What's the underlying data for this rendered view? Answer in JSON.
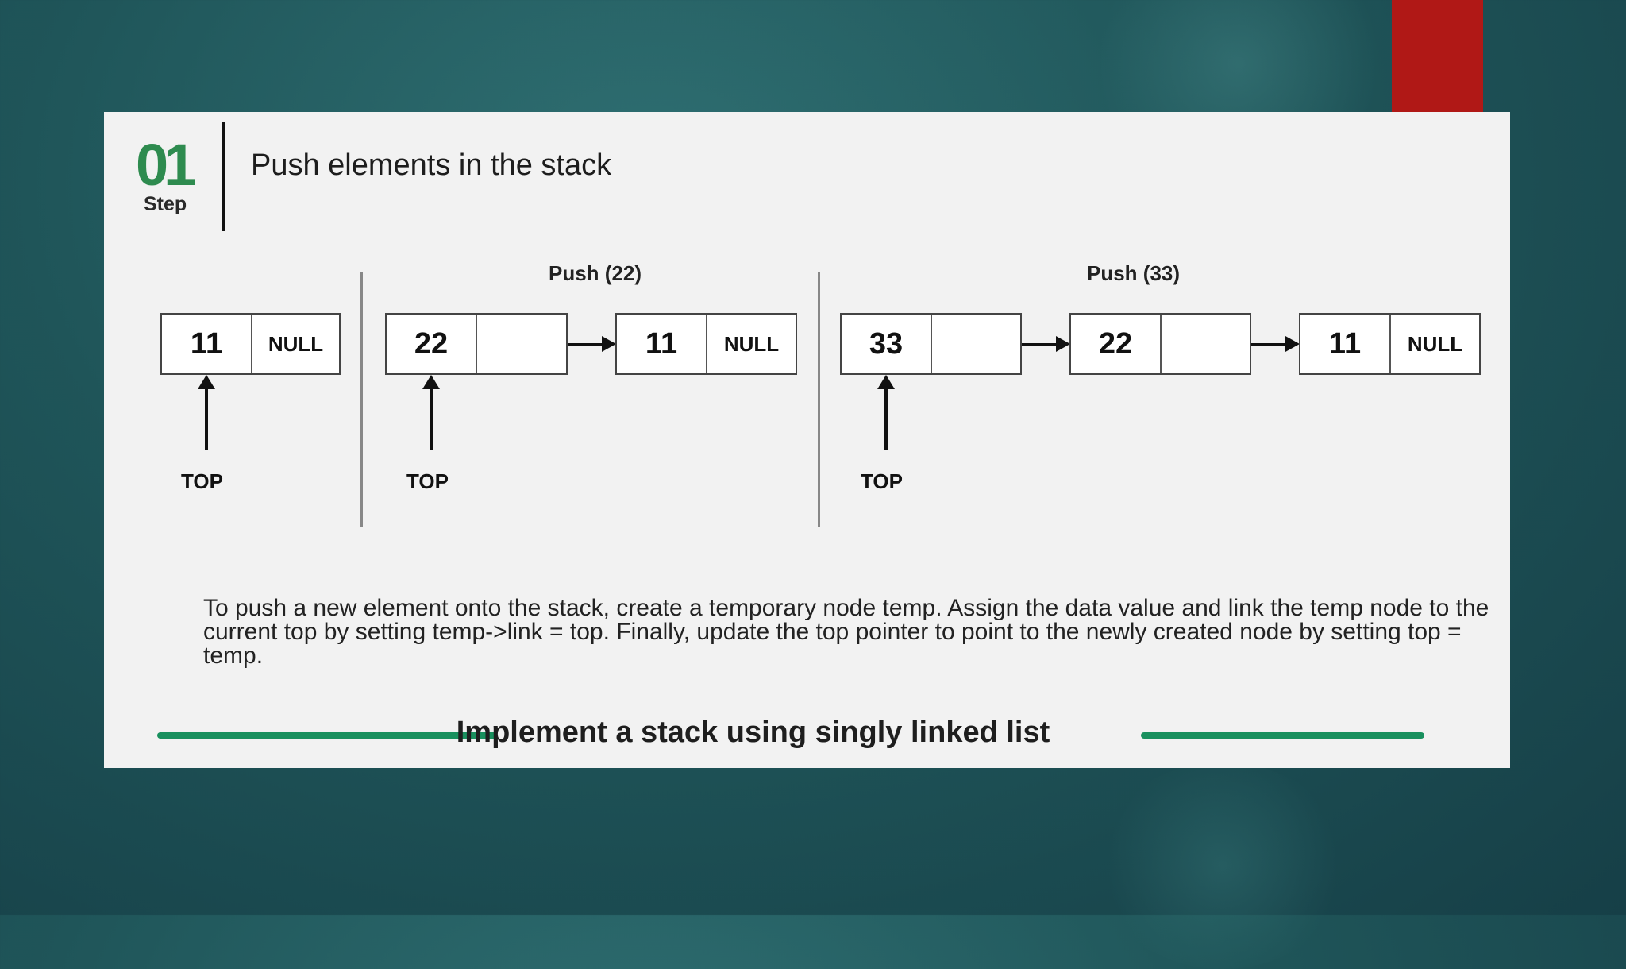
{
  "header": {
    "step_number": "01",
    "step_label": "Step",
    "title": "Push elements in the stack"
  },
  "panels": [
    {
      "caption": "",
      "nodes": [
        {
          "value": "11",
          "link": "NULL"
        }
      ],
      "pointer_label": "TOP"
    },
    {
      "caption": "Push (22)",
      "nodes": [
        {
          "value": "22",
          "link": ""
        },
        {
          "value": "11",
          "link": "NULL"
        }
      ],
      "pointer_label": "TOP"
    },
    {
      "caption": "Push (33)",
      "nodes": [
        {
          "value": "33",
          "link": ""
        },
        {
          "value": "22",
          "link": ""
        },
        {
          "value": "11",
          "link": "NULL"
        }
      ],
      "pointer_label": "TOP"
    }
  ],
  "description": "To push a new element onto the stack, create a temporary node temp. Assign the data value and link the temp node to the current top by setting temp->link = top. Finally, update the top pointer to point to the newly created node by setting top = temp.",
  "footer": {
    "title": "Implement a stack using singly linked list"
  },
  "colors": {
    "accent_green": "#2e8b4f",
    "footer_line": "#19905e",
    "red_tab": "#b01816",
    "background": "#1f5559"
  }
}
